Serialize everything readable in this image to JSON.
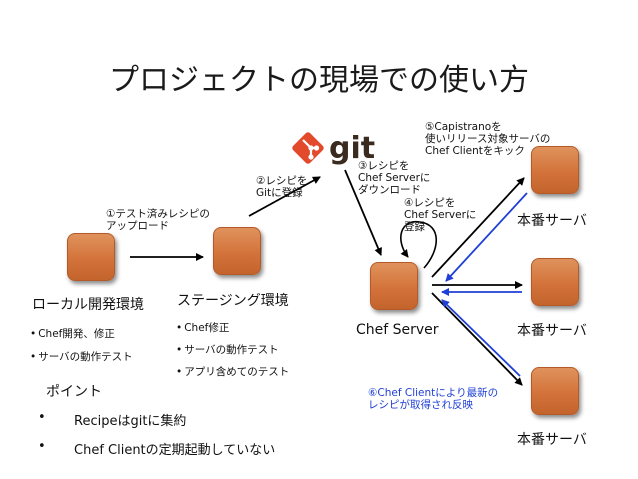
{
  "title": "プロジェクトの現場での使い方",
  "git_logo_text": "git",
  "nodes": {
    "local": "ローカル開発環境",
    "staging": "ステージング環境",
    "chef_server": "Chef Server",
    "prod1": "本番サーバ",
    "prod2": "本番サーバ",
    "prod3": "本番サーバ"
  },
  "steps": {
    "s1": [
      "①テスト済みレシピの",
      "アップロード"
    ],
    "s2": [
      "②レシピを",
      "Gitに登録"
    ],
    "s3": [
      "③レシピを",
      "Chef Serverに",
      "ダウンロード"
    ],
    "s4": [
      "④レシピを",
      "Chef Serverに",
      "登録"
    ],
    "s5": [
      "⑤Capistranoを",
      "使いリリース対象サーバの",
      "Chef Clientをキック"
    ],
    "s6": [
      "⑥Chef Clientにより最新の",
      "レシピが取得され反映"
    ]
  },
  "local_bullets": [
    "Chef開発、修正",
    "サーバの動作テスト"
  ],
  "staging_bullets": [
    "Chef修正",
    "サーバの動作テスト",
    "アプリ含めてのテスト"
  ],
  "points": {
    "heading": "ポイント",
    "items": [
      "Recipeはgitに集約",
      "Chef Clientの定期起動していない"
    ]
  },
  "colors": {
    "box": "#d3733b",
    "arrow_black": "#000000",
    "arrow_blue": "#1f3fd6",
    "git_red": "#e24a2b"
  }
}
